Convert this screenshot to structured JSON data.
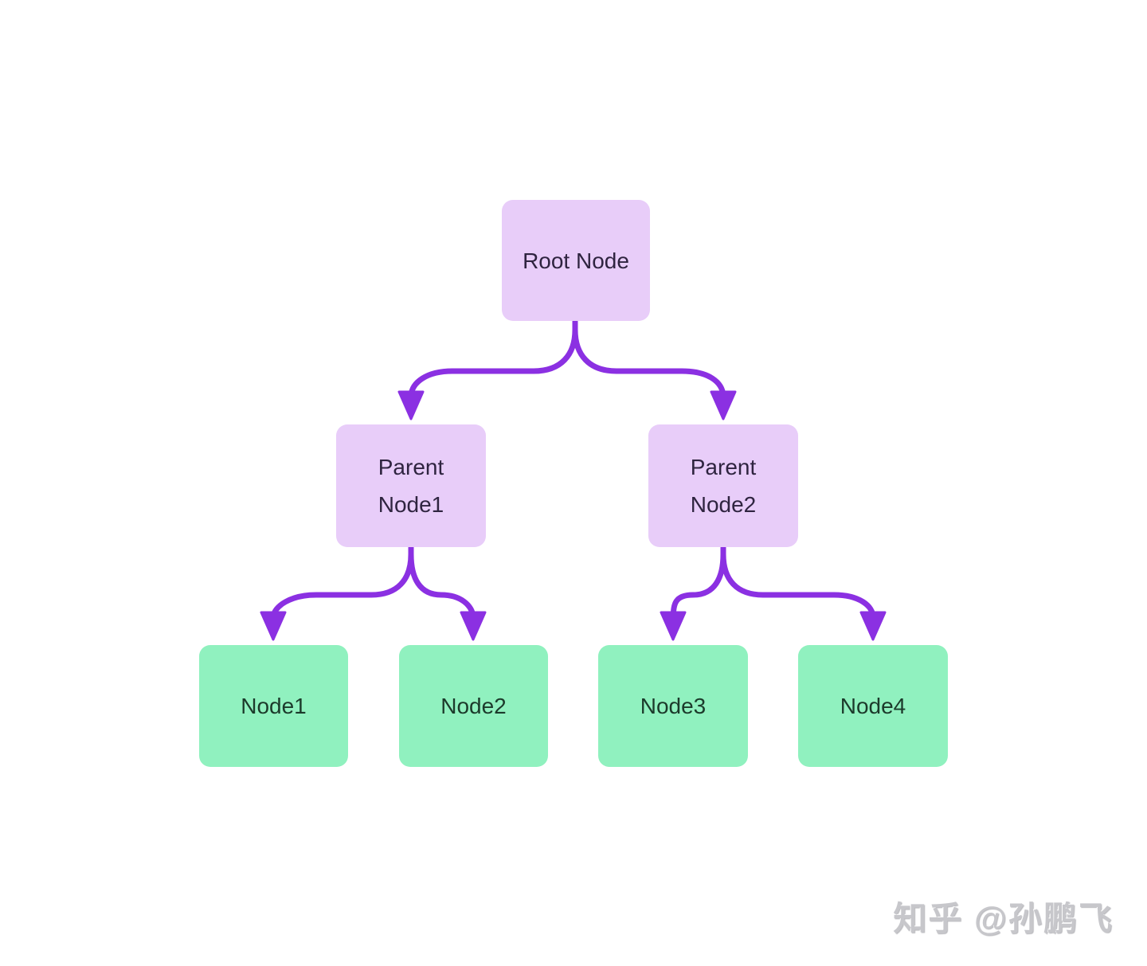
{
  "diagram": {
    "type": "tree-flowchart",
    "nodes": {
      "root": {
        "label": "Root Node"
      },
      "parent1": {
        "label_line1": "Parent",
        "label_line2": "Node1"
      },
      "parent2": {
        "label_line1": "Parent",
        "label_line2": "Node2"
      },
      "leaf1": {
        "label": "Node1"
      },
      "leaf2": {
        "label": "Node2"
      },
      "leaf3": {
        "label": "Node3"
      },
      "leaf4": {
        "label": "Node4"
      }
    },
    "edges": [
      {
        "from": "root",
        "to": "parent1"
      },
      {
        "from": "root",
        "to": "parent2"
      },
      {
        "from": "parent1",
        "to": "leaf1"
      },
      {
        "from": "parent1",
        "to": "leaf2"
      },
      {
        "from": "parent2",
        "to": "leaf3"
      },
      {
        "from": "parent2",
        "to": "leaf4"
      }
    ],
    "colors": {
      "parent_fill": "#e8cdf9",
      "leaf_fill": "#90f1bf",
      "connector": "#8b30e2",
      "parent_text": "#2f2440",
      "leaf_text": "#1c3a2b",
      "background": "#ffffff",
      "watermark_color": "#c7c7cb"
    },
    "watermark": "知乎 @孙鹏飞"
  }
}
